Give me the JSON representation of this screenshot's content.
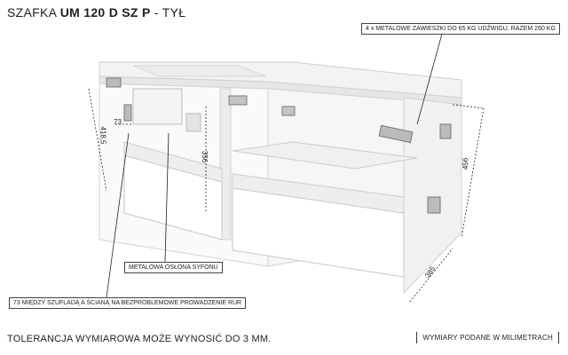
{
  "title": {
    "prefix": "SZAFKA",
    "model": "UM 120 D SZ P",
    "suffix": "- TYŁ"
  },
  "callouts": {
    "hangers": "4 x METALOWE ZAWIESZKI DO 65 KG UDŹWIGU, RAZEM 260 KG",
    "siphon": "METALOWA OSŁONA SYFONU",
    "drawer_gap": "73 MIĘDZY SZUFLADĄ A ŚCIANĄ NA BEZPROBLEMOWE PROWADZENIE RUR"
  },
  "dimensions": {
    "gap": "73",
    "left_height": "418,5",
    "drawer_height": "356",
    "right_height": "456",
    "depth": "385"
  },
  "footer": {
    "tolerance": "TOLERANCJA WYMIAROWA MOŻE WYNOSIĆ DO 3 MM.",
    "units": "WYMIARY PODANE W MILIMETRACH"
  }
}
